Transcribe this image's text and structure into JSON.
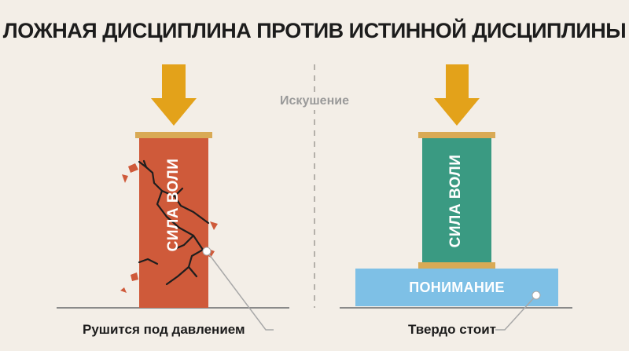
{
  "title": "ЛОЖНАЯ ДИСЦИПЛИНА ПРОТИВ ИСТИННОЙ ДИСЦИПЛИНЫ",
  "center_label": "Искушение",
  "left": {
    "pillar_label": "СИЛА ВОЛИ",
    "caption": "Рушится под давлением"
  },
  "right": {
    "pillar_label": "СИЛА ВОЛИ",
    "base_label": "ПОНИМАНИЕ",
    "caption": "Твердо стоит"
  },
  "colors": {
    "background": "#f3eee7",
    "arrow": "#e3a21a",
    "cap": "#d9aa55",
    "left_pillar": "#cf5a3a",
    "right_pillar": "#3a9a82",
    "base": "#7ec0e6",
    "crack": "#1e1e1e",
    "ground": "#8a8a8a"
  }
}
